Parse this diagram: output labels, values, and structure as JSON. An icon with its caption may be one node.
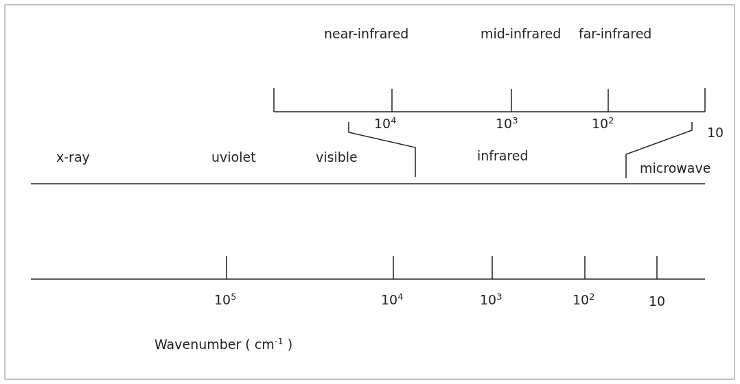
{
  "diagram": {
    "labels": [
      "near-infrared",
      "mid-infrared",
      "far-infrared",
      "10$^{4}$",
      "10$^{3}$",
      "10$^{2}$",
      "10",
      "x-ray",
      "uviolet",
      "visible",
      "infrared",
      "microwave",
      "10$^{5}$",
      "10$^{4}$",
      "10$^{3}$",
      "10$^{2}$",
      "10",
      "Wavenumber ( cm$^{-1}$ )"
    ]
  }
}
